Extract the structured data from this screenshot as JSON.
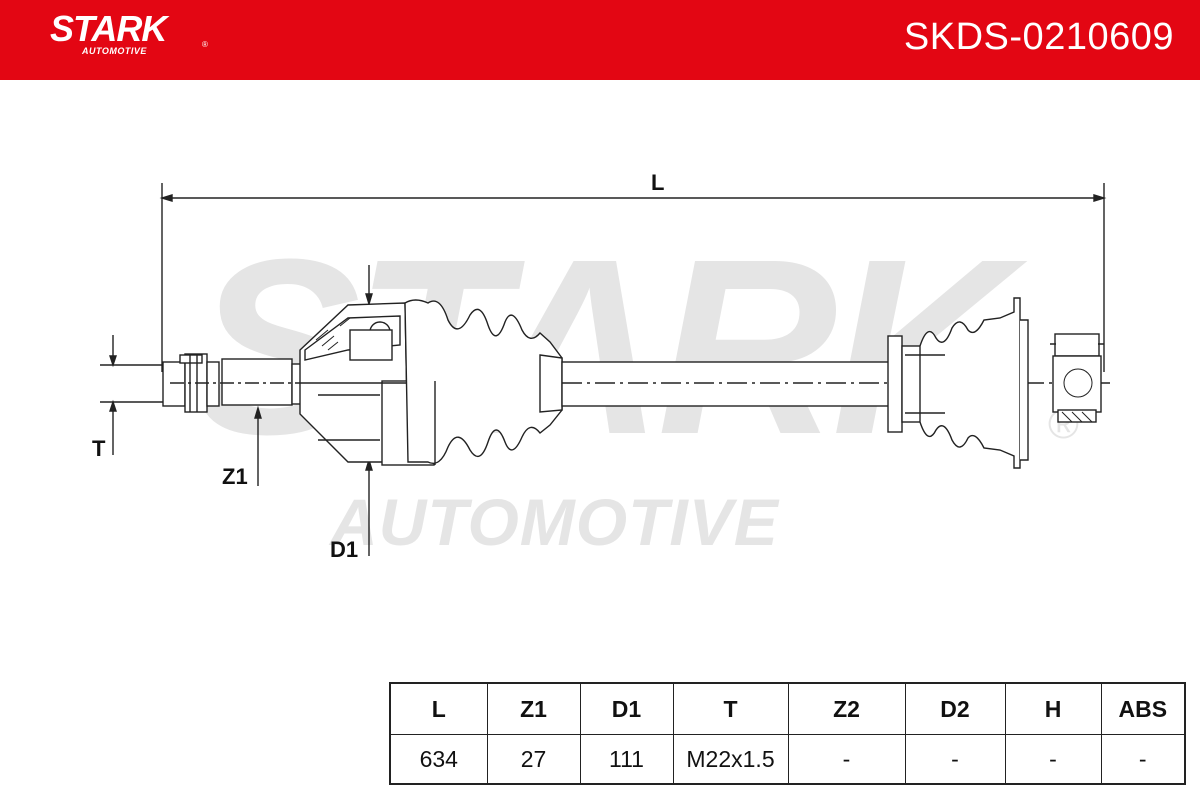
{
  "header": {
    "brand": "STARK",
    "brand_reg": "®",
    "brand_sub": "AUTOMOTIVE",
    "part_number": "SKDS-0210609",
    "color": "#e30613"
  },
  "watermark": {
    "main": "STARK",
    "reg": "®",
    "sub": "AUTOMOTIVE"
  },
  "diagram": {
    "labels": {
      "L": "L",
      "T": "T",
      "Z1": "Z1",
      "D1": "D1"
    }
  },
  "specs": {
    "headers": [
      "L",
      "Z1",
      "D1",
      "T",
      "Z2",
      "D2",
      "H",
      "ABS"
    ],
    "values": [
      "634",
      "27",
      "111",
      "M22x1.5",
      "-",
      "-",
      "-",
      "-"
    ]
  }
}
